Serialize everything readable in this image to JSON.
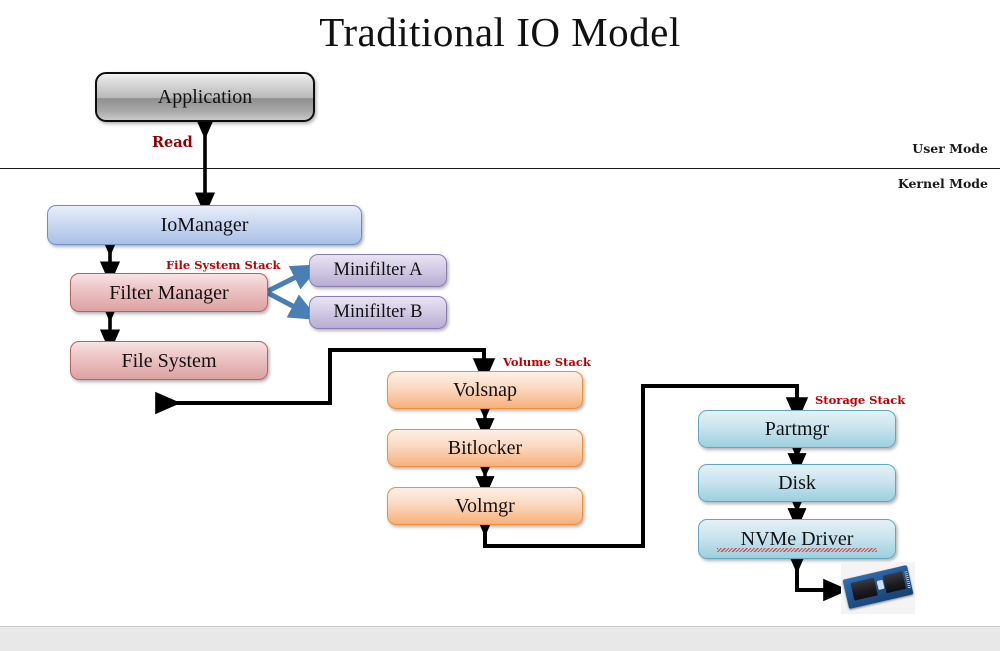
{
  "slide": {
    "title": "Traditional IO Model",
    "background_color": "#ffffff",
    "footer_color": "#e8e8e8"
  },
  "mode_divider": {
    "user_label": "User Mode",
    "kernel_label": "Kernel Mode",
    "line_color": "#1a1a1a"
  },
  "labels": {
    "read": "Read",
    "read_color": "#900000",
    "file_system_stack": "File System Stack",
    "volume_stack": "Volume Stack",
    "storage_stack": "Storage Stack",
    "stack_caption_color": "#c00000"
  },
  "nodes": {
    "application": {
      "label": "Application",
      "color": "#b9b9b9",
      "stack": "user"
    },
    "iomanager": {
      "label": "IoManager",
      "color": "#a9c0e6",
      "stack": "kernel"
    },
    "filter_manager": {
      "label": "Filter Manager",
      "color": "#dda2a2",
      "stack": "file-system"
    },
    "file_system": {
      "label": "File System",
      "color": "#dda2a2",
      "stack": "file-system"
    },
    "minifilter_a": {
      "label": "Minifilter A",
      "color": "#b7add3",
      "stack": "file-system"
    },
    "minifilter_b": {
      "label": "Minifilter B",
      "color": "#b7add3",
      "stack": "file-system"
    },
    "volsnap": {
      "label": "Volsnap",
      "color": "#f6b07a",
      "stack": "volume"
    },
    "bitlocker": {
      "label": "Bitlocker",
      "color": "#f6b07a",
      "stack": "volume"
    },
    "volmgr": {
      "label": "Volmgr",
      "color": "#f6b07a",
      "stack": "volume"
    },
    "partmgr": {
      "label": "Partmgr",
      "color": "#9bd0e0",
      "stack": "storage"
    },
    "disk": {
      "label": "Disk",
      "color": "#9bd0e0",
      "stack": "storage"
    },
    "nvme_driver": {
      "label": "NVMe Driver",
      "color": "#9bd0e0",
      "stack": "storage",
      "spellcheck_underline": true
    }
  },
  "device": {
    "name": "nvme-ssd-photo",
    "description": "M.2 NVMe SSD"
  },
  "connectors": {
    "arrow_color": "#000000",
    "minifilter_arrow_color": "#4a7fb5",
    "edges": [
      {
        "from": "application",
        "to": "iomanager",
        "style": "double-vertical",
        "label": "Read"
      },
      {
        "from": "iomanager",
        "to": "filter_manager",
        "style": "double-vertical"
      },
      {
        "from": "filter_manager",
        "to": "file_system",
        "style": "double-vertical"
      },
      {
        "from": "filter_manager",
        "to": "minifilter_a",
        "style": "single-diagonal"
      },
      {
        "from": "filter_manager",
        "to": "minifilter_b",
        "style": "single-diagonal"
      },
      {
        "from": "file_system",
        "to": "volsnap",
        "style": "elbow-double"
      },
      {
        "from": "volsnap",
        "to": "bitlocker",
        "style": "double-vertical"
      },
      {
        "from": "bitlocker",
        "to": "volmgr",
        "style": "double-vertical"
      },
      {
        "from": "volmgr",
        "to": "partmgr",
        "style": "elbow-double"
      },
      {
        "from": "partmgr",
        "to": "disk",
        "style": "double-vertical"
      },
      {
        "from": "disk",
        "to": "nvme_driver",
        "style": "double-vertical"
      },
      {
        "from": "nvme_driver",
        "to": "device",
        "style": "elbow-double"
      }
    ]
  }
}
